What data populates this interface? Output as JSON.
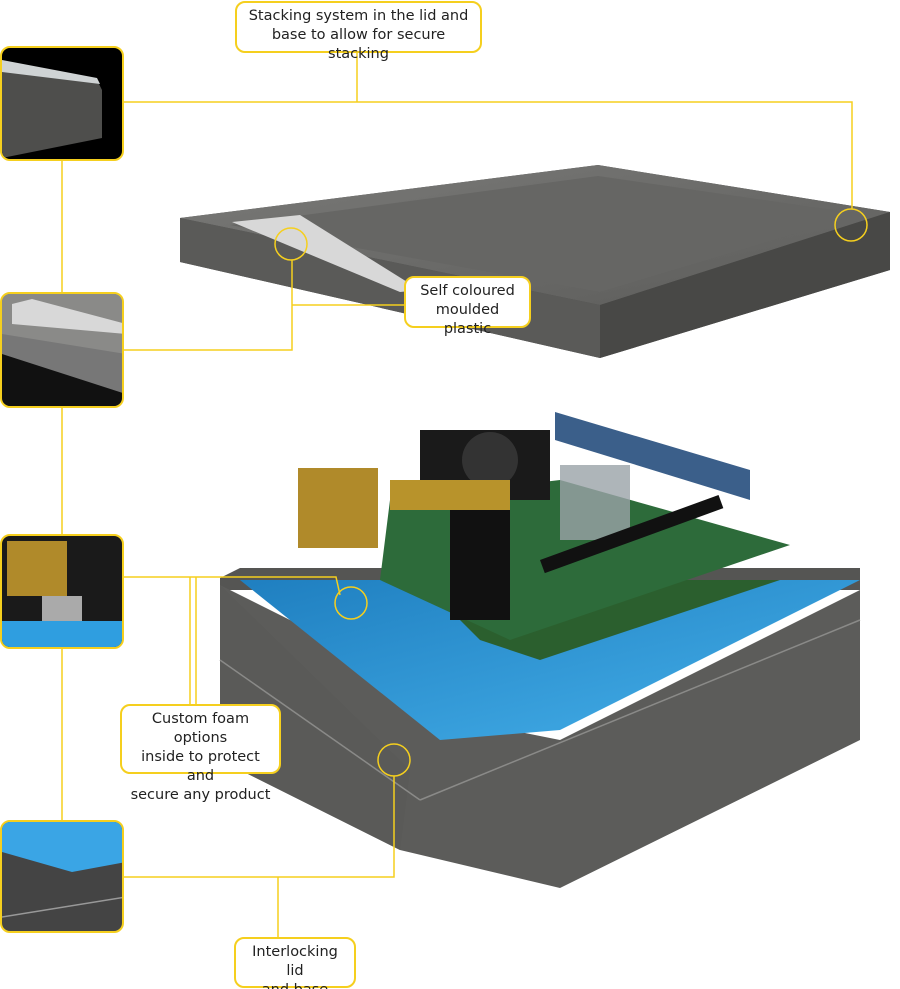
{
  "callouts": {
    "stacking": [
      "Stacking system in the lid and",
      "base to allow for secure stacking"
    ],
    "plastic": [
      "Self coloured",
      "moulded plastic"
    ],
    "foam": [
      "Custom foam options",
      "inside to protect and",
      "secure any product"
    ],
    "interlocking": [
      "Interlocking lid",
      "and base"
    ]
  },
  "colors": {
    "accent": "#f5cf1e",
    "case": "#5a5a58",
    "foam": "#2f9ee0"
  }
}
